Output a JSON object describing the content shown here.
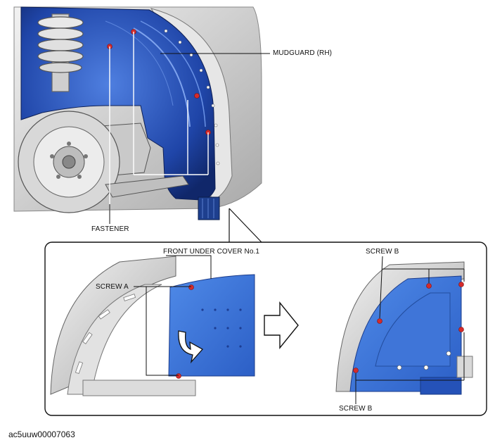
{
  "labels": {
    "mudguard": "MUDGUARD (RH)",
    "fastener": "FASTENER",
    "front_under_cover": "FRONT UNDER COVER No.1",
    "screw_a": "SCREW A",
    "screw_b_top": "SCREW B",
    "screw_b_bottom": "SCREW B"
  },
  "figure_id": "ac5uuw00007063",
  "colors": {
    "part_blue": "#2f5fc8",
    "body_gray": "#d4d4d4",
    "fastener_red": "#d42b2b"
  },
  "icons": {
    "step_arrow": "right-arrow-outline-icon",
    "removal_arrow": "curved-arrow-icon"
  }
}
